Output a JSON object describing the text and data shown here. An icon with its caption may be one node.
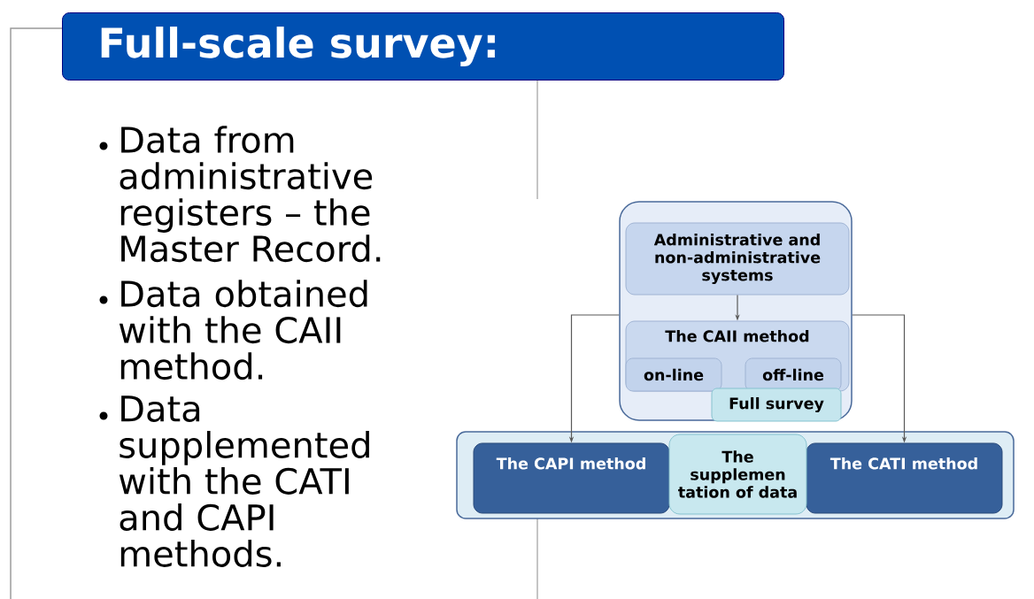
{
  "diagram": {
    "title": "Full-scale survey:",
    "nodes": [
      {
        "text": [],
        "shape": "box"
      },
      {
        "text": [
          "Administrative and non-administrative systems"
        ],
        "in": 0
      },
      {
        "text": [
          "The CAII method"
        ],
        "in": 0
      },
      {
        "text": [
          "on-line"
        ],
        "in": 2
      },
      {
        "text": [
          "off-line"
        ],
        "in": 2
      },
      {
        "text": [
          "Full survey"
        ],
        "in": 0
      },
      {
        "text": [],
        "shape": "box"
      },
      {
        "text": [
          "The CAPI method"
        ],
        "in": 6
      },
      {
        "text": [
          "The supplemen tation of data"
        ],
        "in": 6
      },
      {
        "text": [
          "The CATI method"
        ],
        "in": 6
      }
    ],
    "edges": [
      {
        "from": 1,
        "to": 2,
        "arrow": "to"
      },
      {
        "from": 0,
        "to": 7,
        "arrow": "to"
      },
      {
        "from": 0,
        "to": 9,
        "arrow": "to"
      }
    ],
    "labels": [
      "Data from administrative registers – the Master Record.",
      "Data obtained with the CAII method.",
      "Data supplemented with the CATI and CAPI methods."
    ]
  }
}
